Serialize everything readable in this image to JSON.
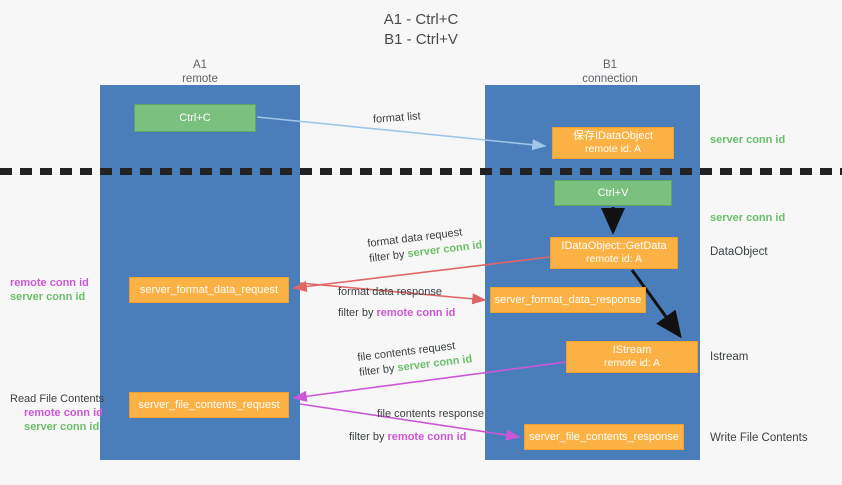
{
  "title": {
    "line1": "A1 - Ctrl+C",
    "line2": "B1 - Ctrl+V"
  },
  "columns": [
    {
      "name": "A1",
      "sublabel": "remote"
    },
    {
      "name": "B1",
      "sublabel": "connection"
    }
  ],
  "colors": {
    "lane": "#4a7ebb",
    "green_box": "#7ac17f",
    "orange_box": "#fbb143",
    "server_conn_id": "#6abf69",
    "remote_conn_id": "#cc57d6",
    "arrow_blue": "#9fc5e8",
    "arrow_red": "#e06666",
    "arrow_magenta": "#cc57d6",
    "arrow_dark": "#1a1a1a",
    "background": "#f7f7f7"
  },
  "nodes": {
    "ctrl_c": {
      "label": "Ctrl+C",
      "kind": "green"
    },
    "idataobject": {
      "label": "保存IDataObject",
      "sub": "remote id: A",
      "kind": "orange"
    },
    "ctrl_v": {
      "label": "Ctrl+V",
      "kind": "green"
    },
    "getdata": {
      "label": "IDataObject::GetData",
      "sub": "remote id: A",
      "kind": "orange"
    },
    "format_data_request": {
      "label": "server_format_data_request",
      "kind": "orange"
    },
    "format_data_response": {
      "label": "server_format_data_response",
      "kind": "orange"
    },
    "istream": {
      "label": "IStream",
      "sub": "remote id: A",
      "kind": "orange"
    },
    "file_contents_request": {
      "label": "server_file_contents_request",
      "kind": "orange"
    },
    "file_contents_response": {
      "label": "server_file_contents_response",
      "kind": "orange"
    }
  },
  "edge_labels": {
    "format_list": "format list",
    "format_data_request": {
      "line1": "format data request",
      "filter_prefix": "filter by ",
      "filter_key": "server conn id"
    },
    "format_data_response": {
      "line1": "format data response",
      "filter_prefix": "filter by ",
      "filter_key": "remote conn id"
    },
    "file_contents_request": {
      "line1": "file contents request",
      "filter_prefix": "filter by ",
      "filter_key": "server conn id"
    },
    "file_contents_response": {
      "line1": "file contents response",
      "filter_prefix": "filter by ",
      "filter_key": "remote conn id"
    }
  },
  "side_notes": {
    "left_format": {
      "remote": "remote conn id",
      "server": "server conn id"
    },
    "left_file": {
      "heading": "Read File Contents",
      "remote": "remote conn id",
      "server": "server conn id"
    },
    "right": {
      "server_conn_id_top": "server conn id",
      "server_conn_id_mid": "server conn id",
      "dataobject": "DataObject",
      "istream": "Istream",
      "write_file_contents": "Write File Contents"
    }
  }
}
